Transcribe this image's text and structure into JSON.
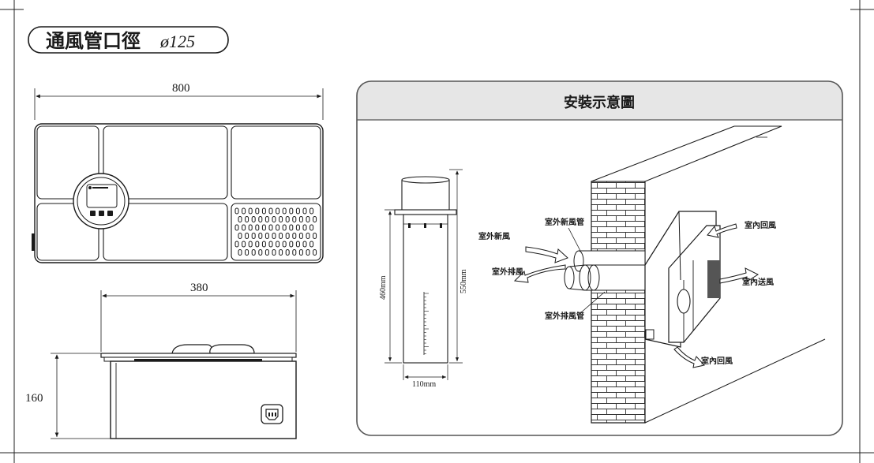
{
  "header": {
    "title": "通風管口徑",
    "diameter": "ø125"
  },
  "front_view": {
    "width_dim": "800"
  },
  "side_view": {
    "depth_dim": "380",
    "height_dim": "160"
  },
  "install_panel": {
    "title": "安裝示意圖"
  },
  "pipe": {
    "length_dim": "460mm",
    "total_length_dim": "550mm",
    "diameter_dim": "110mm"
  },
  "labels": {
    "outdoor_fresh_pipe": "室外新風管",
    "outdoor_fresh_air": "室外新風",
    "outdoor_exhaust": "室外排風",
    "outdoor_exhaust_pipe": "室外排風管",
    "indoor_return_top": "室內回風",
    "indoor_supply": "室內送風",
    "indoor_return_bottom": "室內回風"
  },
  "colors": {
    "line": "#1a1a1a",
    "panel_header": "#e6e6e6",
    "panel_border": "#555555"
  }
}
